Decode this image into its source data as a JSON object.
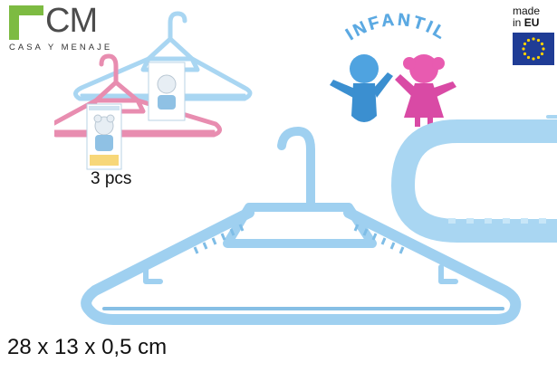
{
  "brand": {
    "name": "CM",
    "tagline": "CASA Y MENAJE",
    "color": "#7dbb42"
  },
  "product": {
    "quantity_label": "3 pcs",
    "dimensions_label": "28 x 13 x 0,5 cm",
    "hanger_blue": "#a9d6f2",
    "hanger_pink": "#e88db0"
  },
  "infantil": {
    "title": "INFANTIL",
    "boy_color": "#4fa3e0",
    "girl_color": "#e85bb0"
  },
  "origin_badge": {
    "line1": "made",
    "line2": "in",
    "line2_bold": "EU",
    "flag_color": "#1f3c95",
    "star_color": "#ffd200"
  }
}
